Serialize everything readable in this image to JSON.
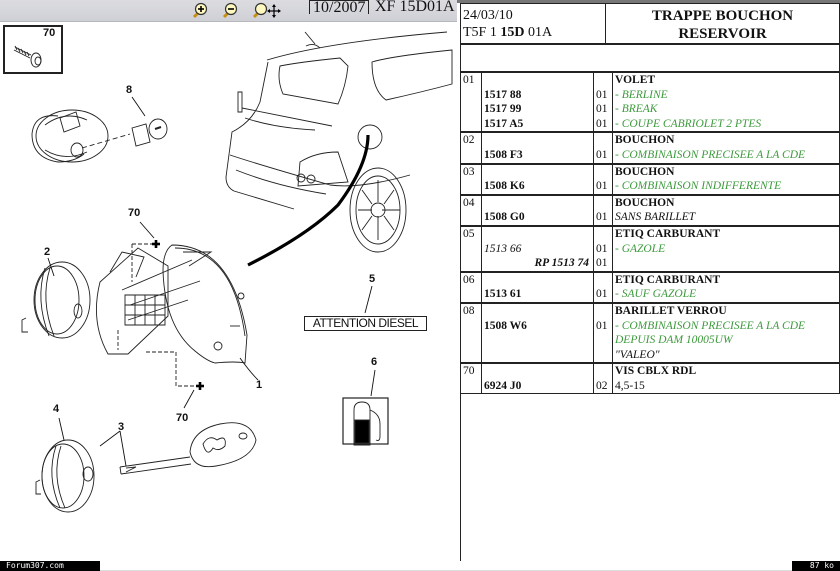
{
  "toolbar": {
    "zoom_in": "zoom-in",
    "zoom_out": "zoom-out",
    "zoom_pan": "zoom-pan"
  },
  "drawing": {
    "callouts": {
      "c70_top": "70",
      "c8": "8",
      "c70_mid": "70",
      "c2": "2",
      "c5": "5",
      "c1": "1",
      "c6": "6",
      "c70_low": "70",
      "c4": "4",
      "c3": "3"
    },
    "label_attention": "ATTENTION DIESEL",
    "footer_date": "10/2007",
    "footer_ref": "XF 15D01A"
  },
  "status": {
    "left": "Forum307.com",
    "right": "87 ko"
  },
  "header": {
    "date": "24/03/10",
    "code_prefix": "T5F 1 ",
    "code_bold": "15D",
    "code_suffix": " 01A",
    "title_line1": "TRAPPE BOUCHON",
    "title_line2": "RESERVOIR"
  },
  "parts": [
    {
      "ref": "01",
      "title": "VOLET",
      "lines": [
        {
          "pn": "1517 88",
          "qty": "01",
          "desc": "- BERLINE",
          "style": "green"
        },
        {
          "pn": "1517 99",
          "qty": "01",
          "desc": "- BREAK",
          "style": "green"
        },
        {
          "pn": "1517 A5",
          "qty": "01",
          "desc": "- COUPE CABRIOLET 2 PTES",
          "style": "green"
        }
      ]
    },
    {
      "ref": "02",
      "title": "BOUCHON",
      "lines": [
        {
          "pn": "1508 F3",
          "qty": "01",
          "desc": "- COMBINAISON PRECISEE A LA CDE",
          "style": "green"
        }
      ]
    },
    {
      "ref": "03",
      "title": "BOUCHON",
      "lines": [
        {
          "pn": "1508 K6",
          "qty": "01",
          "desc": "- COMBINAISON INDIFFERENTE",
          "style": "green"
        }
      ]
    },
    {
      "ref": "04",
      "title": "BOUCHON",
      "lines": [
        {
          "pn": "1508 G0",
          "qty": "01",
          "desc": "SANS BARILLET",
          "style": "italic"
        }
      ]
    },
    {
      "ref": "05",
      "title": "ETIQ CARBURANT",
      "lines": [
        {
          "pn": "1513 66",
          "qty": "01",
          "desc": "- GAZOLE",
          "style": "green",
          "pn_style": "it"
        },
        {
          "pn": "RP 1513 74",
          "qty": "01",
          "desc": "",
          "style": "",
          "pn_style": "rp"
        }
      ]
    },
    {
      "ref": "06",
      "title": "ETIQ CARBURANT",
      "lines": [
        {
          "pn": "1513 61",
          "qty": "01",
          "desc": "- SAUF GAZOLE",
          "style": "green"
        }
      ]
    },
    {
      "ref": "08",
      "title": "BARILLET VERROU",
      "lines": [
        {
          "pn": "1508 W6",
          "qty": "01",
          "desc": "- COMBINAISON PRECISEE A LA CDE",
          "style": "green"
        },
        {
          "pn": "",
          "qty": "",
          "desc": "DEPUIS DAM 10005UW",
          "style": "green"
        },
        {
          "pn": "",
          "qty": "",
          "desc": "\"VALEO\"",
          "style": "italic"
        }
      ]
    },
    {
      "ref": "70",
      "title": "VIS CBLX RDL",
      "lines": [
        {
          "pn": "6924 J0",
          "qty": "02",
          "desc": "4,5-15",
          "style": ""
        }
      ]
    }
  ],
  "colors": {
    "green_text": "#3c9a3c",
    "toolbar_bg": "#d4d5da",
    "border": "#222222"
  }
}
